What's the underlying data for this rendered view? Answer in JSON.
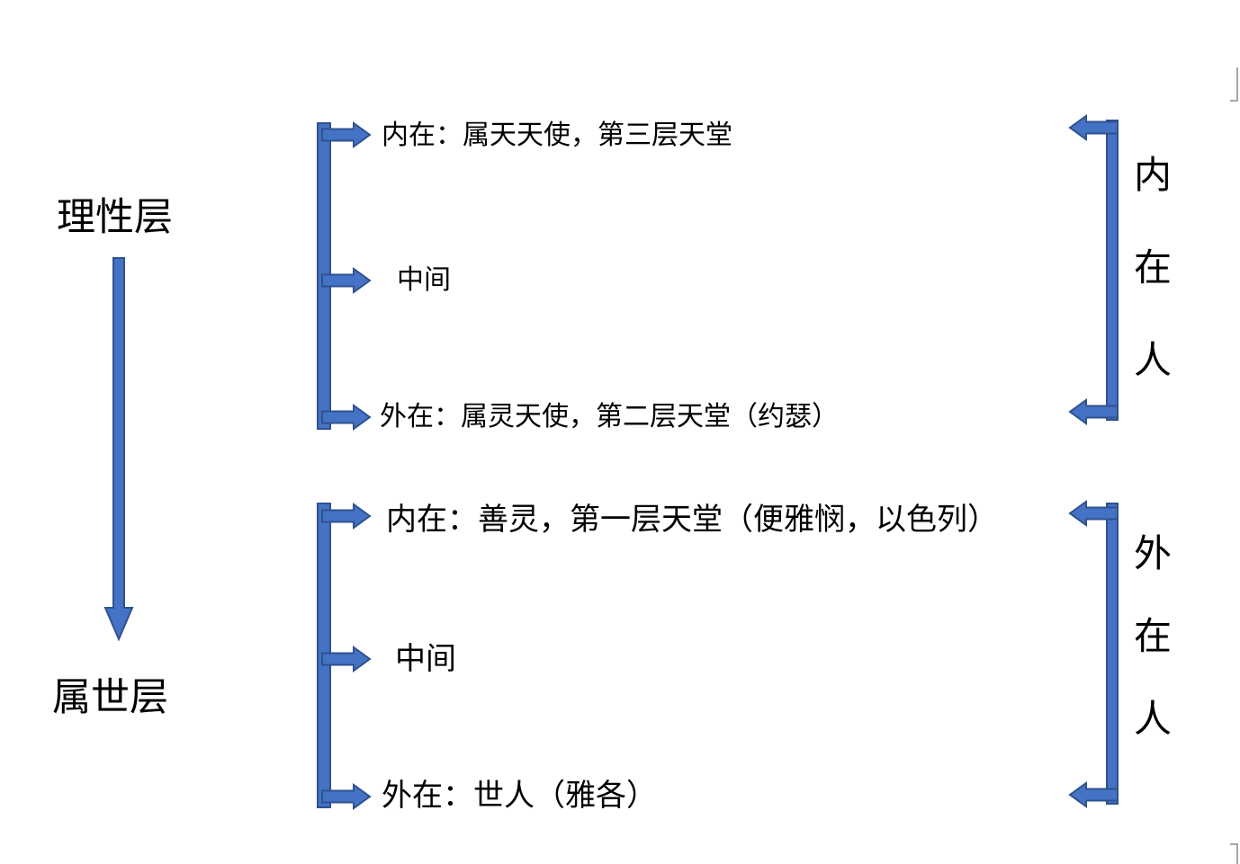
{
  "colors": {
    "accent": "#4472C4",
    "accent_border": "#2F528F",
    "text": "#000000",
    "edge_mark": "#A6A6A6",
    "background": "#FFFFFF"
  },
  "left_panel": {
    "top_label": "理性层",
    "bottom_label": "属世层"
  },
  "upper_group": {
    "rows": [
      {
        "label": "内在：属天天使，第三层天堂"
      },
      {
        "label": "中间"
      },
      {
        "label": "外在：属灵天使，第二层天堂（约瑟）"
      }
    ]
  },
  "lower_group": {
    "rows": [
      {
        "label": "内在：善灵，第一层天堂（便雅悯，以色列）"
      },
      {
        "label": "中间"
      },
      {
        "label": "外在：世人（雅各）"
      }
    ]
  },
  "right_panel": {
    "upper_label": "内在人",
    "lower_label": "外在人"
  }
}
